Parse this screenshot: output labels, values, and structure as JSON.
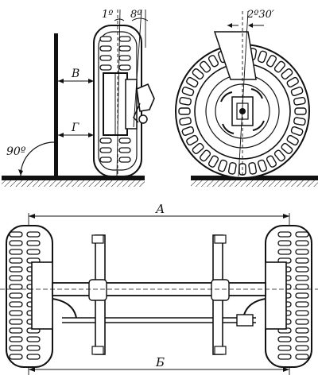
{
  "labels": {
    "angle_camber": "1º",
    "angle_kingpin": "8º",
    "angle_caster": "2º30′",
    "angle_right": "90º",
    "dim_upper": "В",
    "dim_lower": "Г",
    "dim_front": "А",
    "dim_rear": "Б"
  }
}
